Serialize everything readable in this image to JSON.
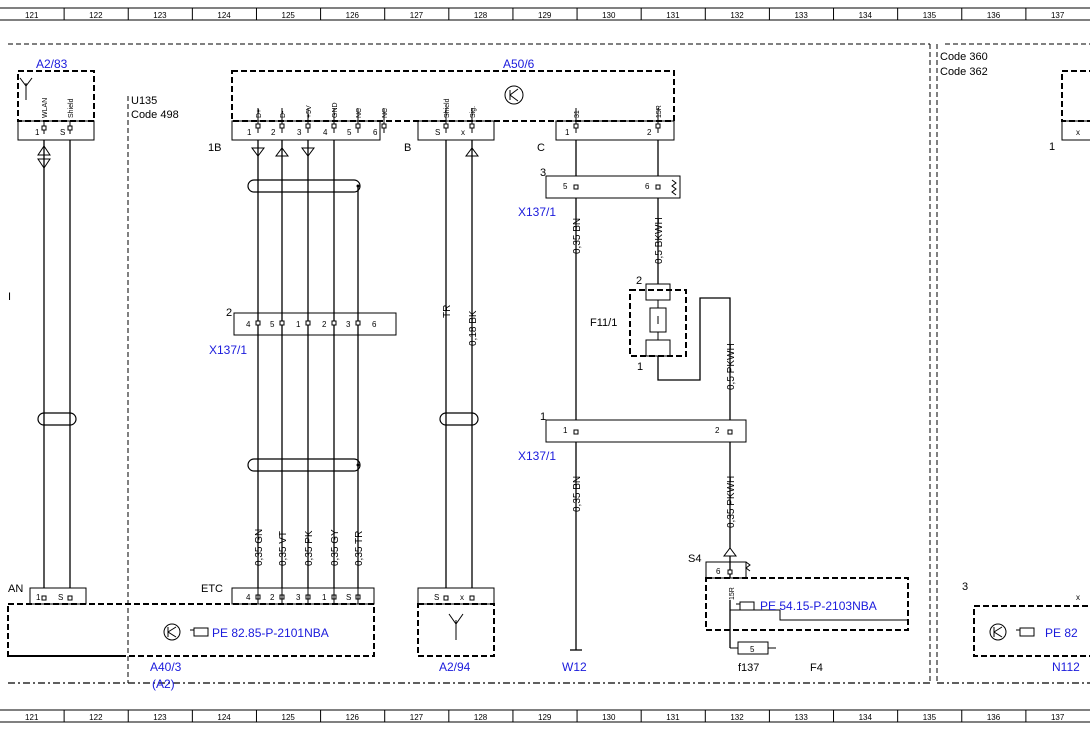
{
  "grid_numbers": [
    "121",
    "122",
    "123",
    "124",
    "125",
    "126",
    "127",
    "128",
    "129",
    "130",
    "131",
    "132",
    "133",
    "134",
    "135",
    "136",
    "137"
  ],
  "components": {
    "a2_83": {
      "label": "A2/83",
      "pin1": "1",
      "pinS": "S",
      "p1name": "WLAN",
      "pSname": "Shield"
    },
    "a50_6": {
      "label": "A50/6"
    },
    "a2_94": {
      "label": "A2/94",
      "pinS": "S",
      "pinX": "x"
    },
    "a40_3": {
      "label": "A40/3",
      "alt": "(A2)",
      "ref": "PE 82.85-P-2101NBA",
      "etc": "ETC"
    },
    "f11_1": {
      "label": "F11/1",
      "pin1": "1",
      "pin2": "2"
    },
    "f137": {
      "label": "f137",
      "f4": "F4",
      "fuse": "5",
      "s4": "S4",
      "ref": "PE 54.15-P-2103NBA",
      "pin6": "6",
      "pin15r": "15R"
    },
    "w12": {
      "label": "W12"
    },
    "n112": {
      "label": "N112",
      "ref": "PE 82",
      "pin3": "3",
      "pinx": "x"
    },
    "right_top": {
      "pin1": "1",
      "pinx": "x"
    }
  },
  "codes": {
    "u135": "U135",
    "code498": "Code 498",
    "code360": "Code 360",
    "code362": "Code 362"
  },
  "connectors": {
    "x137_1": "X137/1"
  },
  "a50_groups": {
    "g1b": "1B",
    "gb": "B",
    "gc": "C"
  },
  "a50_pins_1b": [
    {
      "num": "1",
      "name": "D+"
    },
    {
      "num": "2",
      "name": "D-"
    },
    {
      "num": "3",
      "name": "+5V"
    },
    {
      "num": "4",
      "name": "GND"
    },
    {
      "num": "5",
      "name": "NC"
    },
    {
      "num": "6",
      "name": "NC"
    }
  ],
  "a50_pins_b": [
    {
      "num": "S",
      "name": "Shield"
    },
    {
      "num": "x",
      "name": "Sig."
    }
  ],
  "a50_pins_c": [
    {
      "num": "1",
      "name": "31"
    },
    {
      "num": "2",
      "name": "15R"
    }
  ],
  "x137_mid_pins": [
    "4",
    "5",
    "1",
    "2",
    "3",
    "6"
  ],
  "x137_mid_num": "2",
  "x137_top": {
    "num": "3",
    "p5": "5",
    "p6": "6"
  },
  "x137_low": {
    "num": "1",
    "p1": "1",
    "p2": "2"
  },
  "etc_pins": [
    "4",
    "2",
    "3",
    "1",
    "S"
  ],
  "left_edge": {
    "an": "AN",
    "p1": "1",
    "pS": "S",
    "i": "I"
  },
  "wires": {
    "gn": "0,35 GN",
    "vt": "0,35 VT",
    "pk": "0,35 PK",
    "gy": "0,35 GY",
    "tr": "0,35 TR",
    "tr_top": "TR",
    "bk": "0,18 BK",
    "bn_top": "0,35 BN",
    "bkwh": "0,5 BKWH",
    "pkwh": "0,5 PKWH",
    "bn_low": "0,35 BN",
    "pkwh_low": "0,35 PKWH"
  }
}
